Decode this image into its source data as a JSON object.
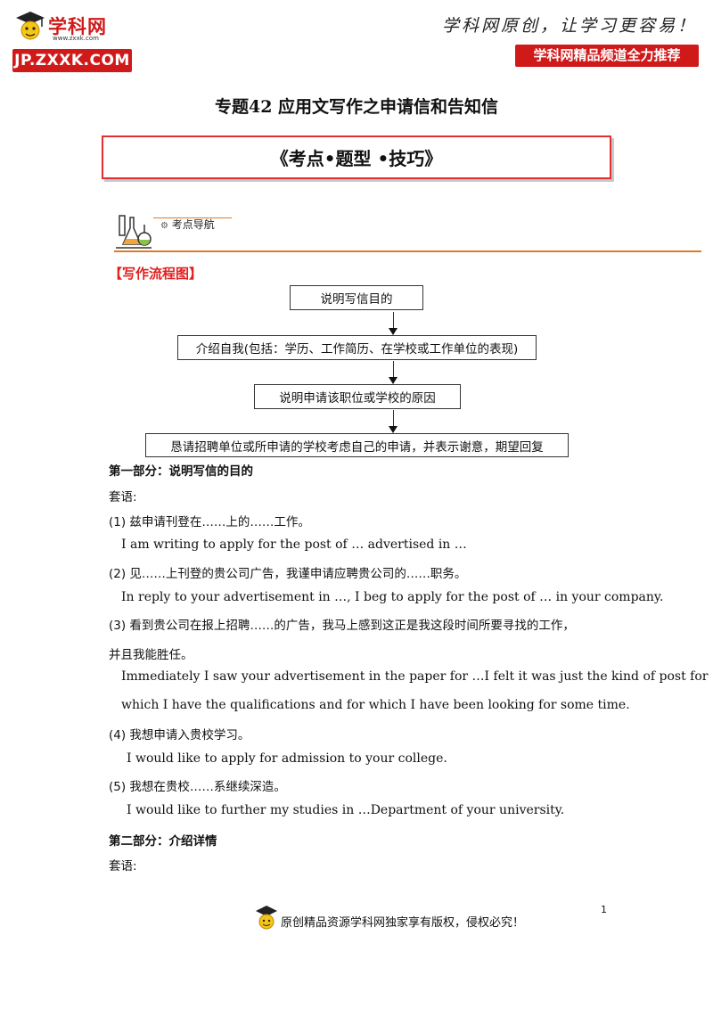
{
  "header": {
    "logo_name": "学科网",
    "logo_url": "www.zxxk.com",
    "logo_domain": "JP.ZXXK.COM",
    "slogan": "学科网原创，让学习更容易！",
    "badge": "学科网精品频道全力推荐",
    "brand_color": "#d01a1a"
  },
  "title": "专题42 应用文写作之申请信和告知信",
  "subtitle": "《考点•题型 •技巧》",
  "nav_label": "考点导航",
  "flow": {
    "heading": "【写作流程图】",
    "steps": [
      "说明写信目的",
      "介绍自我(包括：学历、工作简历、在学校或工作单位的表现)",
      "说明申请该职位或学校的原因",
      "恳请招聘单位或所申请的学校考虑自己的申请，并表示谢意，期望回复"
    ]
  },
  "part1": {
    "heading": "第一部分：说明写信的目的",
    "label": "套语:",
    "items": [
      {
        "cn": "(1)  兹申请刊登在……上的……工作。",
        "en": "I am writing to apply for the post of … advertised in …"
      },
      {
        "cn": "(2)  见……上刊登的贵公司广告，我谨申请应聘贵公司的……职务。",
        "en": "In reply to your advertisement in …, I beg to apply for the post of … in your company."
      },
      {
        "cn": "(3)  看到贵公司在报上招聘……的广告，我马上感到这正是我这段时间所要寻找的工作，",
        "cn2": "并且我能胜任。",
        "en": "Immediately I saw your advertisement in the paper for …I felt it was just the kind of post for",
        "en2": "which I have the qualifications and for which I have been looking for some time."
      },
      {
        "cn": "(4)  我想申请入贵校学习。",
        "en": "I would like to apply for admission to your college."
      },
      {
        "cn": "(5)  我想在贵校……系继续深造。",
        "en": "I would like to further my studies in …Department of your university."
      }
    ]
  },
  "part2": {
    "heading": "第二部分：介绍详情",
    "label": "套语:"
  },
  "footer": {
    "text": "原创精品资源学科网独家享有版权，侵权必究！",
    "page": "1"
  }
}
